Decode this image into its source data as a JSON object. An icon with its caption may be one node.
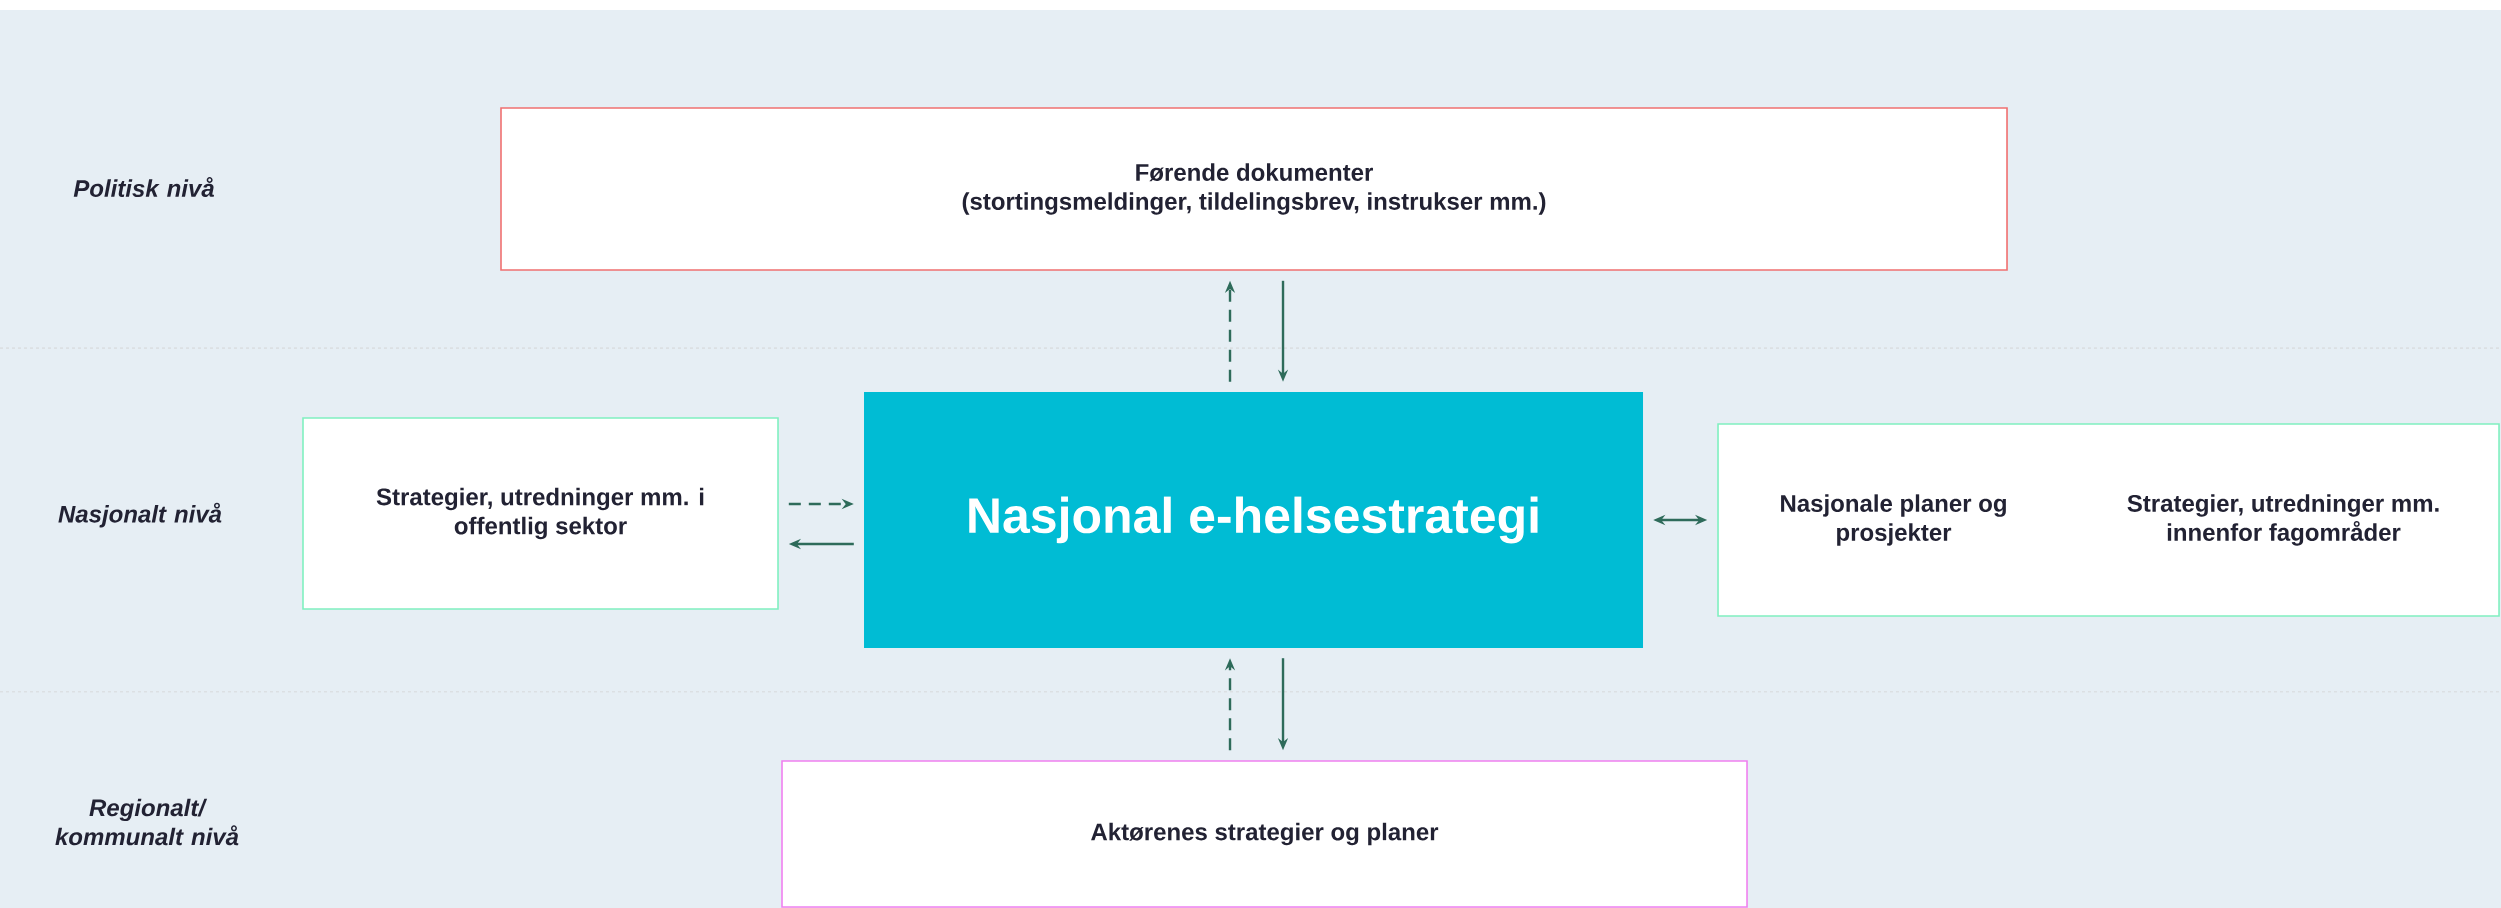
{
  "diagram": {
    "nodes": [
      {
        "text": [
          "Førende dokumenter",
          "(stortingsmeldinger, tildelingsbrev, instrukser mm.)"
        ]
      },
      {
        "text": [
          "Strategier, utredninger mm. i offentlig sektor"
        ]
      },
      {
        "text": [
          "Nasjonal e-helsestrategi"
        ]
      },
      {
        "text": [
          "Nasjonale planer og prosjekter",
          "Strategier, utredninger mm. innenfor fagområder"
        ]
      },
      {
        "text": [
          "Aktørenes strategier  og planer"
        ]
      }
    ],
    "edges": [
      {
        "from": 2,
        "to": 0,
        "arrow": "to",
        "style": "dashed"
      },
      {
        "from": 0,
        "to": 2,
        "arrow": "to"
      },
      {
        "from": 1,
        "to": 2,
        "arrow": "to",
        "style": "dashed"
      },
      {
        "from": 2,
        "to": 1,
        "arrow": "to"
      },
      {
        "from": 2,
        "to": 3,
        "arrow": "both"
      },
      {
        "from": 4,
        "to": 2,
        "arrow": "to",
        "style": "dashed"
      },
      {
        "from": 2,
        "to": 4,
        "arrow": "to"
      }
    ],
    "labels": [
      "Politisk nivå",
      "Nasjonalt nivå",
      "Regionalt/ kommunalt nivå"
    ]
  }
}
